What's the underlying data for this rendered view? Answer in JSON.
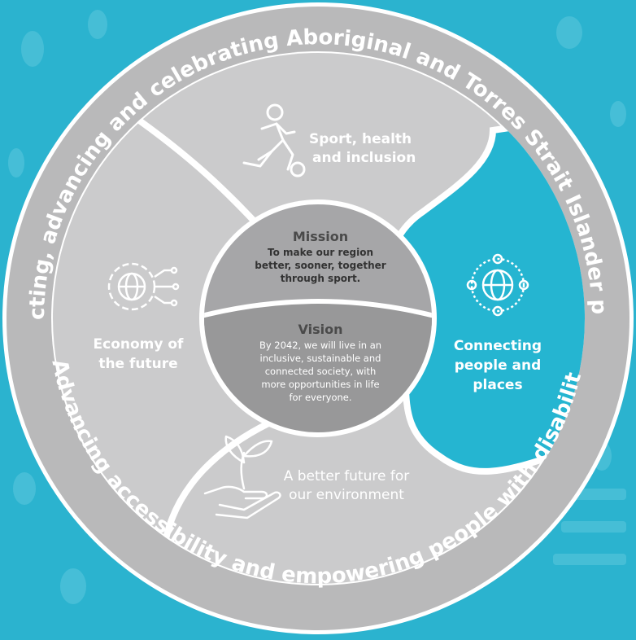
{
  "outer_ring": {
    "top_text": "Respecting, advancing and celebrating Aboriginal and Torres Strait Islander peoples",
    "bottom_text": "Advancing accessibility and empowering people with disability"
  },
  "segments": {
    "sport": {
      "line1": "Sport, health",
      "line2": "and inclusion",
      "icon": "footballer-icon"
    },
    "economy": {
      "line1": "Economy of",
      "line2": "the future",
      "icon": "gear-globe-icon"
    },
    "connecting": {
      "line1": "Connecting",
      "line2": "people and",
      "line3": "places",
      "icon": "connected-globe-icon"
    },
    "environment": {
      "line1": "A better future for",
      "line2": "our environment",
      "icon": "hand-plant-icon"
    }
  },
  "center": {
    "mission": {
      "title": "Mission",
      "lines": [
        "To make our region",
        "better, sooner, together",
        "through sport."
      ]
    },
    "vision": {
      "title": "Vision",
      "lines": [
        "By 2042, we will live in an",
        "inclusive, sustainable and",
        "connected society, with",
        "more opportunities in life",
        "for everyone."
      ]
    }
  },
  "colors": {
    "background": "#2bb3cf",
    "ring": "#b9b9ba",
    "segment": "#cbcbcc",
    "highlight": "#25b5d1",
    "center_top": "#a6a6a8",
    "center_bottom": "#989899"
  }
}
